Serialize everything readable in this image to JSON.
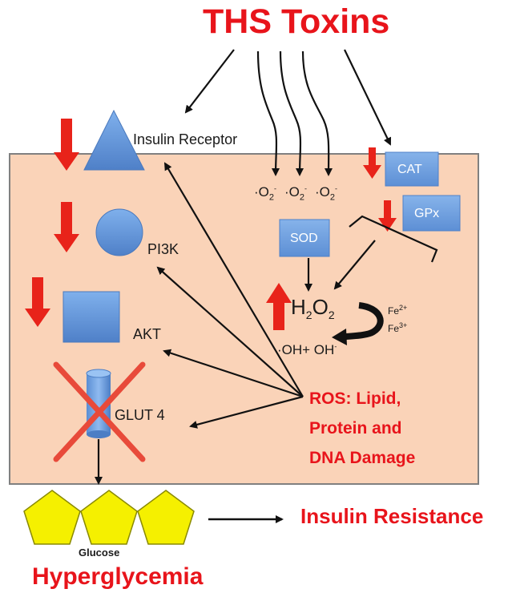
{
  "title": "THS Toxins",
  "labels": {
    "insulin_receptor": "Insulin Receptor",
    "pi3k": "PI3K",
    "akt": "AKT",
    "glut4": "GLUT 4",
    "glucose": "Glucose",
    "hyperglycemia": "Hyperglycemia",
    "insulin_resistance": "Insulin Resistance",
    "sod": "SOD",
    "cat": "CAT",
    "gpx": "GPx",
    "superoxide": "O",
    "superoxide_sub": "2",
    "superoxide_charge": "-",
    "h2o2_h": "H",
    "h2o2_sub1": "2",
    "h2o2_o": "O",
    "h2o2_sub2": "2",
    "fe2": "Fe",
    "fe2_charge": "2+",
    "fe3": "Fe",
    "fe3_charge": "3+",
    "hydroxyl": "·OH+ OH",
    "hydroxyl_charge": "-",
    "ros_line1": "ROS: Lipid,",
    "ros_line2": "Protein and",
    "ros_line3": "DNA Damage"
  },
  "colors": {
    "cell_fill": "#fad3b8",
    "cell_stroke": "#7d7d7d",
    "accent_red": "#e8141b",
    "arrow_red": "#e8231a",
    "shape_blue": "#5e92d8",
    "box_blue": "#6f9fdf",
    "pentagon_yellow": "#f5f000"
  }
}
